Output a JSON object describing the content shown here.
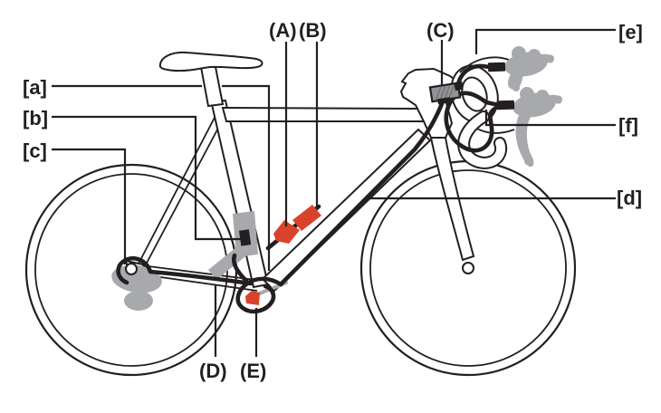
{
  "figure": {
    "type": "bicycle-electronic-shifting-wiring-diagram",
    "description": "Side view line drawing of a road bicycle with callout labels"
  },
  "colors": {
    "line": "#231f20",
    "compgray": "#a7a9ac",
    "junctiongray": "#919396",
    "hatchgray": "#6e7073",
    "red": "#d9432b",
    "bg": "#ffffff"
  },
  "labels": {
    "A": "(A)",
    "B": "(B)",
    "C": "(C)",
    "D": "(D)",
    "E": "(E)",
    "a": "[a]",
    "b": "[b]",
    "c": "[c]",
    "d": "[d]",
    "e": "[e]",
    "f": "[f]"
  }
}
